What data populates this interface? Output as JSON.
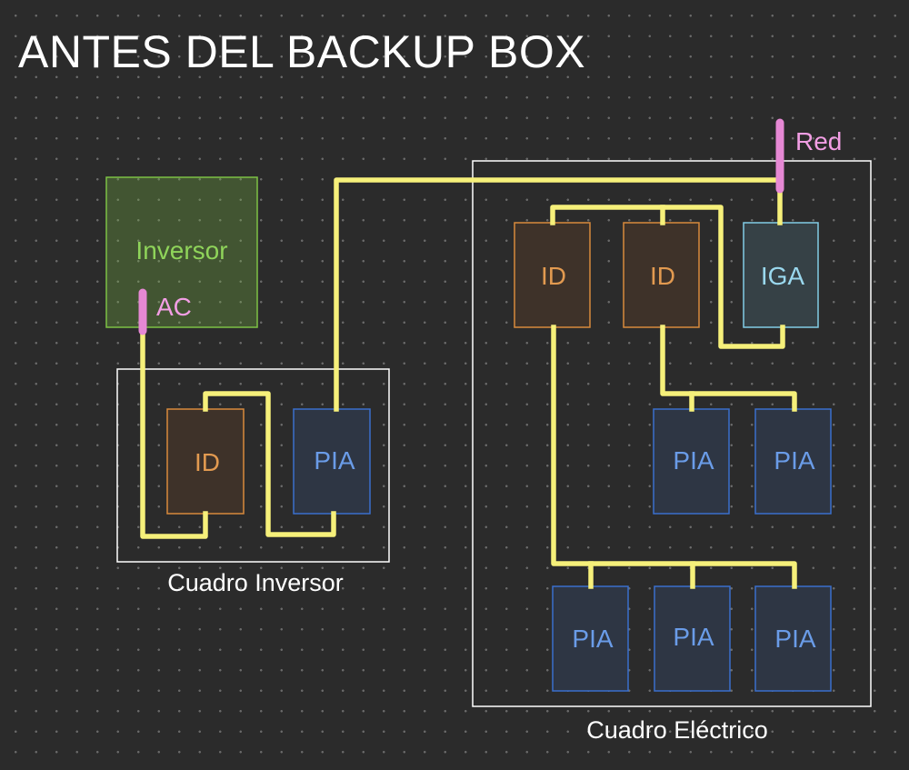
{
  "title": "ANTES DEL BACKUP BOX",
  "colors": {
    "wire": "#f6f07a",
    "terminal": "#e688d4",
    "inverter": "#7cc244",
    "id_module": "#d88a3c",
    "pia_module": "#3a6fcc",
    "iga_module": "#82cde6",
    "frame": "#ffffff"
  },
  "inverter": {
    "label": "Inversor",
    "terminal_label": "AC",
    "icon": "inverter-box"
  },
  "grid": {
    "terminal_label": "Red"
  },
  "cuadro_inversor": {
    "label": "Cuadro Inversor",
    "id_label": "ID",
    "pia_label": "PIA"
  },
  "cuadro_electrico": {
    "label": "Cuadro Eléctrico",
    "id_labels": [
      "ID",
      "ID"
    ],
    "iga_label": "IGA",
    "pia_labels": [
      "PIA",
      "PIA",
      "PIA",
      "PIA",
      "PIA"
    ]
  }
}
